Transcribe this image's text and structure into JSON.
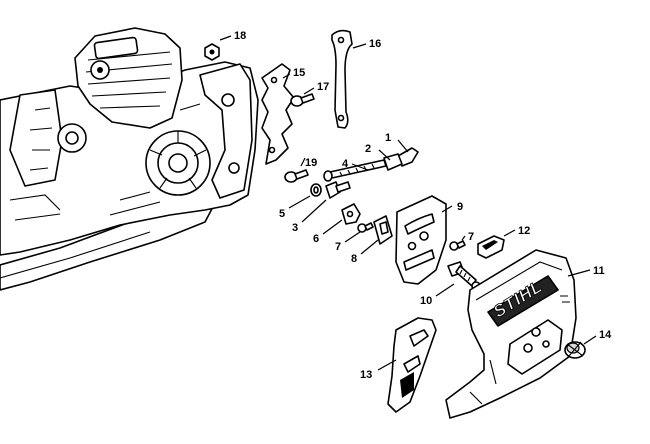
{
  "diagram": {
    "brand_text": "STIHL",
    "callouts": [
      {
        "id": "18",
        "label": "18"
      },
      {
        "id": "16",
        "label": "16"
      },
      {
        "id": "15",
        "label": "15"
      },
      {
        "id": "17",
        "label": "17"
      },
      {
        "id": "1",
        "label": "1"
      },
      {
        "id": "2",
        "label": "2"
      },
      {
        "id": "4",
        "label": "4"
      },
      {
        "id": "19",
        "label": "19"
      },
      {
        "id": "5",
        "label": "5"
      },
      {
        "id": "3",
        "label": "3"
      },
      {
        "id": "9",
        "label": "9"
      },
      {
        "id": "6",
        "label": "6"
      },
      {
        "id": "7a",
        "label": "7"
      },
      {
        "id": "7b",
        "label": "7"
      },
      {
        "id": "8",
        "label": "8"
      },
      {
        "id": "12",
        "label": "12"
      },
      {
        "id": "11",
        "label": "11"
      },
      {
        "id": "10",
        "label": "10"
      },
      {
        "id": "14",
        "label": "14"
      },
      {
        "id": "13",
        "label": "13"
      }
    ]
  }
}
